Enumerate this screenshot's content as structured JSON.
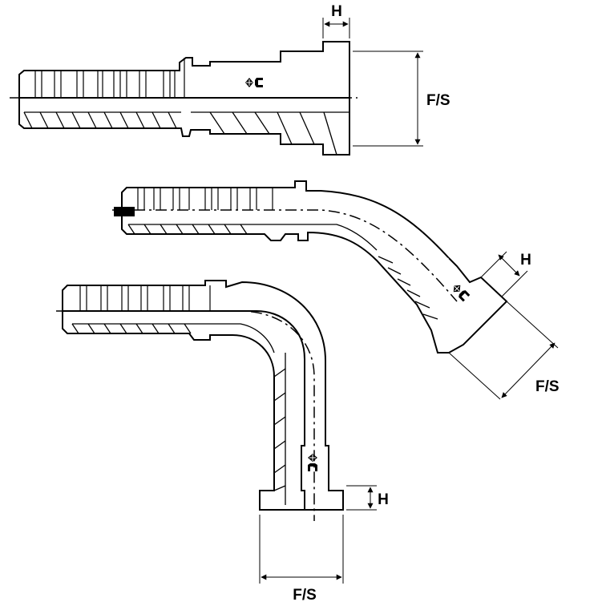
{
  "labels": {
    "straight_fs": "F/S",
    "straight_h": "H",
    "elbow45_fs": "F/S",
    "elbow45_h": "H",
    "elbow90_fs": "F/S",
    "elbow90_h": "H"
  },
  "colors": {
    "line": "#000000",
    "background": "#ffffff"
  },
  "icons": [
    "brand-logo-icon"
  ]
}
